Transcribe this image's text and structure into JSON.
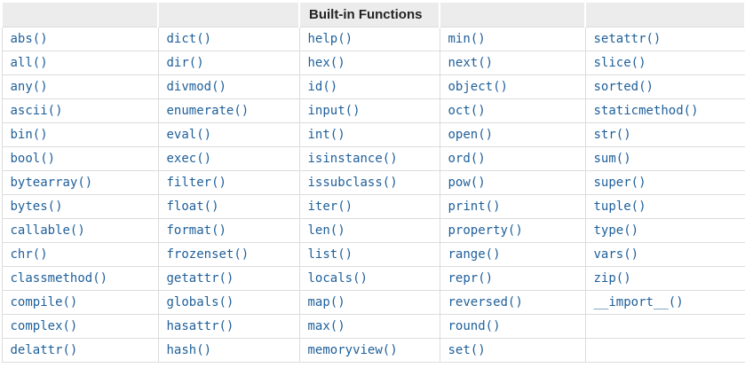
{
  "header": {
    "title": "Built-in Functions"
  },
  "colors": {
    "link": "#1e5f9a",
    "header_bg": "#ececec",
    "border": "#dcdcdc",
    "header_text": "#222222"
  },
  "table": {
    "columns": [
      {
        "cells": [
          "abs()",
          "all()",
          "any()",
          "ascii()",
          "bin()",
          "bool()",
          "bytearray()",
          "bytes()",
          "callable()",
          "chr()",
          "classmethod()",
          "compile()",
          "complex()",
          "delattr()"
        ]
      },
      {
        "cells": [
          "dict()",
          "dir()",
          "divmod()",
          "enumerate()",
          "eval()",
          "exec()",
          "filter()",
          "float()",
          "format()",
          "frozenset()",
          "getattr()",
          "globals()",
          "hasattr()",
          "hash()"
        ]
      },
      {
        "cells": [
          "help()",
          "hex()",
          "id()",
          "input()",
          "int()",
          "isinstance()",
          "issubclass()",
          "iter()",
          "len()",
          "list()",
          "locals()",
          "map()",
          "max()",
          "memoryview()"
        ]
      },
      {
        "cells": [
          "min()",
          "next()",
          "object()",
          "oct()",
          "open()",
          "ord()",
          "pow()",
          "print()",
          "property()",
          "range()",
          "repr()",
          "reversed()",
          "round()",
          "set()"
        ]
      },
      {
        "cells": [
          "setattr()",
          "slice()",
          "sorted()",
          "staticmethod()",
          "str()",
          "sum()",
          "super()",
          "tuple()",
          "type()",
          "vars()",
          "zip()",
          "__import__()",
          "",
          ""
        ]
      }
    ]
  }
}
